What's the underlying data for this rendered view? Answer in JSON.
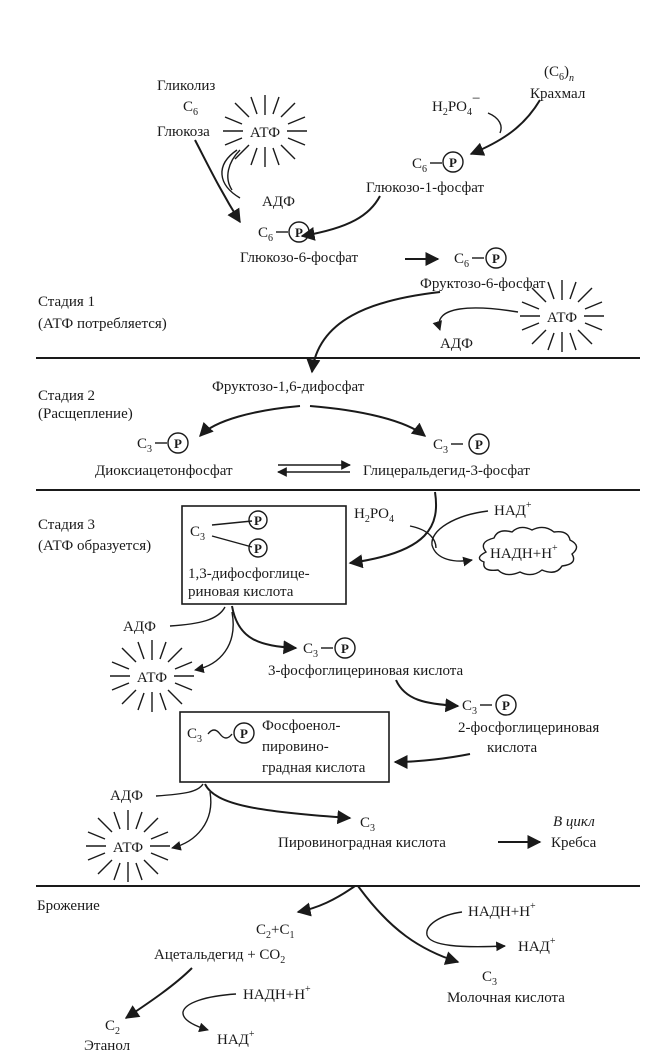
{
  "top": {
    "glycolysis": "Гликолиз",
    "c6": "C",
    "c6_sub": "6",
    "glucose": "Глюкоза",
    "atp": "АТФ",
    "c6n": "(C",
    "c6n_sub": "6",
    "c6n_close": ")",
    "c6n_n": "n",
    "starch": "Крахмал",
    "h2po4_h": "H",
    "h2po4_sub2": "2",
    "h2po4_po": "PO",
    "h2po4_sub4": "4",
    "h2po4_charge": "−",
    "c6_p1": "C",
    "c6_p1_sub": "6",
    "p": "P",
    "glucose1p": "Глюкозо-1-фосфат",
    "adp1": "АДФ",
    "c6_p2": "C",
    "c6_p2_sub": "6",
    "glucose6p": "Глюкозо-6-фосфат",
    "c6_p3": "C",
    "c6_p3_sub": "6",
    "fructose6p": "Фруктозо-6-фосфат",
    "stage1": "Стадия 1",
    "stage1_note": "(АТФ потребляется)",
    "atp2": "АТФ",
    "adp2": "АДФ"
  },
  "stage2": {
    "title": "Стадия 2",
    "note": "(Расщепление)",
    "fbp": "Фруктозо-1,6-дифосфат",
    "c3a": "C",
    "c3a_sub": "3",
    "c3b": "C",
    "c3b_sub": "3",
    "dhap": "Диоксиацетонфосфат",
    "g3p": "Глицеральдегид-3-фосфат"
  },
  "stage3": {
    "title": "Стадия 3",
    "note": "(АТФ образуется)",
    "h2po4_h": "H",
    "h2po4_sub2": "2",
    "h2po4_po": "PO",
    "h2po4_sub4": "4",
    "nad": "НАД",
    "nad_plus": "+",
    "nadh": "НАДН+Н",
    "nadh_plus": "+",
    "bpg_c3": "C",
    "bpg_c3_sub": "3",
    "bpg_line1": "1,3-дифосфоглице-",
    "bpg_line2": "риновая кислота",
    "adp3": "АДФ",
    "atp3": "АТФ",
    "c3_3pg": "C",
    "c3_3pg_sub": "3",
    "pg3": "3-фосфоглицериновая кислота",
    "c3_2pg": "C",
    "c3_2pg_sub": "3",
    "pg2_line1": "2-фосфоглицериновая",
    "pg2_line2": "кислота",
    "pep_c3": "C",
    "pep_c3_sub": "3",
    "pep_line1": "Фосфоенол-",
    "pep_line2": "пировино-",
    "pep_line3": "градная кислота",
    "adp4": "АДФ",
    "atp4": "АТФ",
    "pyr_c3": "C",
    "pyr_c3_sub": "3",
    "pyruvate": "Пировиноградная кислота",
    "krebs1": "В цикл",
    "krebs2": "Кребса"
  },
  "fermentation": {
    "title": "Брожение",
    "c2c1_a": "C",
    "c2c1_a_sub": "2",
    "c2c1_plus": "+C",
    "c2c1_b_sub": "1",
    "acetaldehyde": "Ацетальдегид + CO",
    "co2_sub": "2",
    "nadh_a": "НАДН+Н",
    "nadh_a_plus": "+",
    "nad_a": "НАД",
    "nad_a_plus": "+",
    "c3": "C",
    "c3_sub": "3",
    "lactic": "Молочная кислота",
    "nadh_b": "НАДН+Н",
    "nadh_b_plus": "+",
    "c2": "C",
    "c2_sub": "2",
    "ethanol": "Этанол",
    "nad_b": "НАД",
    "nad_b_plus": "+"
  }
}
